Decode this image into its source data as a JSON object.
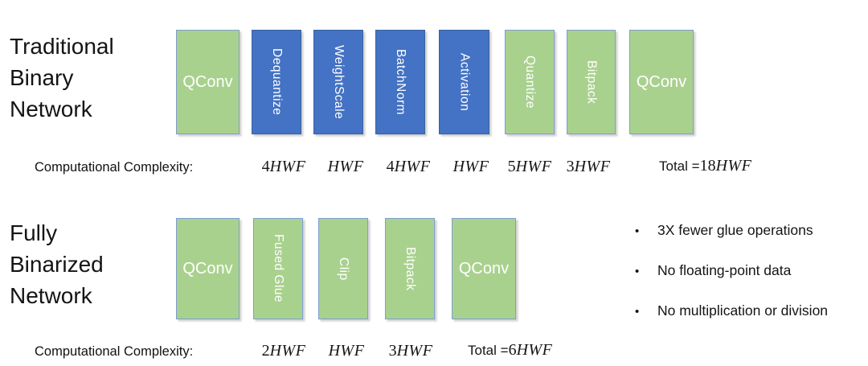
{
  "colors": {
    "block_green": "#a9d18e",
    "block_blue": "#4472c4",
    "block_border": "#7f9dd1",
    "block_text": "#ffffff",
    "text": "#1a1a1a"
  },
  "traditional": {
    "title_lines": [
      "Traditional",
      "Binary",
      "Network"
    ],
    "blocks": [
      {
        "label": "QConv",
        "style": "green",
        "orientation": "horizontal"
      },
      {
        "label": "Dequantize",
        "style": "blue",
        "orientation": "vertical"
      },
      {
        "label": "WeightScale",
        "style": "blue",
        "orientation": "vertical"
      },
      {
        "label": "BatchNorm",
        "style": "blue",
        "orientation": "vertical"
      },
      {
        "label": "Activation",
        "style": "blue",
        "orientation": "vertical"
      },
      {
        "label": "Quantize",
        "style": "green",
        "orientation": "vertical"
      },
      {
        "label": "Bitpack",
        "style": "green",
        "orientation": "vertical"
      },
      {
        "label": "QConv",
        "style": "green",
        "orientation": "horizontal"
      }
    ],
    "complexity_label": "Computational Complexity:",
    "complexities": [
      {
        "coef": "4",
        "vars": "HWF"
      },
      {
        "coef": "",
        "vars": "HWF"
      },
      {
        "coef": "4",
        "vars": "HWF"
      },
      {
        "coef": "",
        "vars": "HWF"
      },
      {
        "coef": "5",
        "vars": "HWF"
      },
      {
        "coef": "3",
        "vars": "HWF"
      }
    ],
    "total": {
      "label": "Total = ",
      "coef": "18",
      "vars": "HWF"
    }
  },
  "binarized": {
    "title_lines": [
      "Fully",
      "Binarized",
      "Network"
    ],
    "blocks": [
      {
        "label": "QConv",
        "style": "green",
        "orientation": "horizontal"
      },
      {
        "label": "Fused Glue",
        "style": "green",
        "orientation": "vertical"
      },
      {
        "label": "Clip",
        "style": "green",
        "orientation": "vertical"
      },
      {
        "label": "Bitpack",
        "style": "green",
        "orientation": "vertical"
      },
      {
        "label": "QConv",
        "style": "green",
        "orientation": "horizontal"
      }
    ],
    "complexity_label": "Computational Complexity:",
    "complexities": [
      {
        "coef": "2",
        "vars": "HWF"
      },
      {
        "coef": "",
        "vars": "HWF"
      },
      {
        "coef": "3",
        "vars": "HWF"
      }
    ],
    "total": {
      "label": "Total = ",
      "coef": "6",
      "vars": "HWF"
    }
  },
  "benefits": {
    "marker": "•",
    "items": [
      "3X fewer glue operations",
      "No floating-point data",
      "No multiplication or division"
    ]
  }
}
